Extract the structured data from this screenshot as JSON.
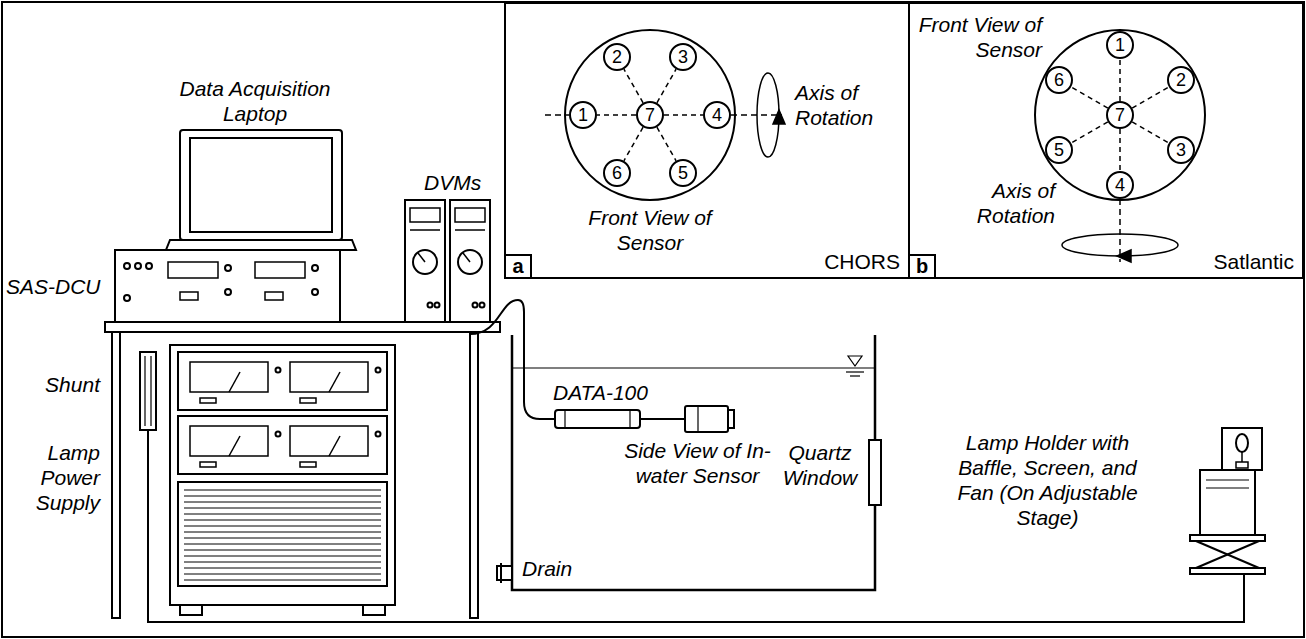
{
  "diagram": {
    "nodes": [
      {
        "text": [
          "CHORS"
        ]
      },
      {
        "text": [
          "a"
        ],
        "in": 0
      },
      {
        "text": [
          "1"
        ],
        "in": 0
      },
      {
        "text": [
          "2"
        ],
        "in": 0
      },
      {
        "text": [
          "3"
        ],
        "in": 0
      },
      {
        "text": [
          "4"
        ],
        "in": 0
      },
      {
        "text": [
          "5"
        ],
        "in": 0
      },
      {
        "text": [
          "6"
        ],
        "in": 0
      },
      {
        "text": [
          "7"
        ],
        "in": 0
      },
      {
        "text": [
          "Satlantic"
        ]
      },
      {
        "text": [
          "b"
        ],
        "in": 9
      },
      {
        "text": [
          "1"
        ],
        "in": 9
      },
      {
        "text": [
          "2"
        ],
        "in": 9
      },
      {
        "text": [
          "3"
        ],
        "in": 9
      },
      {
        "text": [
          "4"
        ],
        "in": 9
      },
      {
        "text": [
          "5"
        ],
        "in": 9
      },
      {
        "text": [
          "6"
        ],
        "in": 9
      },
      {
        "text": [
          "7"
        ],
        "in": 9
      }
    ],
    "edges": [
      {
        "from": 8,
        "to": 2,
        "arrow": "none"
      },
      {
        "from": 8,
        "to": 3,
        "arrow": "none"
      },
      {
        "from": 8,
        "to": 4,
        "arrow": "none"
      },
      {
        "from": 8,
        "to": 5,
        "arrow": "none"
      },
      {
        "from": 8,
        "to": 6,
        "arrow": "none"
      },
      {
        "from": 8,
        "to": 7,
        "arrow": "none"
      },
      {
        "from": 17,
        "to": 11,
        "arrow": "none"
      },
      {
        "from": 17,
        "to": 12,
        "arrow": "none"
      },
      {
        "from": 17,
        "to": 13,
        "arrow": "none"
      },
      {
        "from": 17,
        "to": 14,
        "arrow": "none"
      },
      {
        "from": 17,
        "to": 15,
        "arrow": "none"
      },
      {
        "from": 17,
        "to": 16,
        "arrow": "none"
      }
    ],
    "labels": [
      "Data Acquisition Laptop",
      "DVMs",
      "SAS-DCU",
      "Shunt",
      "Lamp Power Supply",
      "DATA-100",
      "Side View of In-water Sensor",
      "Quartz Window",
      "Lamp Holder with Baffle, Screen, and Fan (On Adjustable Stage)",
      "Drain",
      "Front View of Sensor",
      "Axis of Rotation",
      "Front View of Sensor",
      "Axis of Rotation"
    ]
  }
}
